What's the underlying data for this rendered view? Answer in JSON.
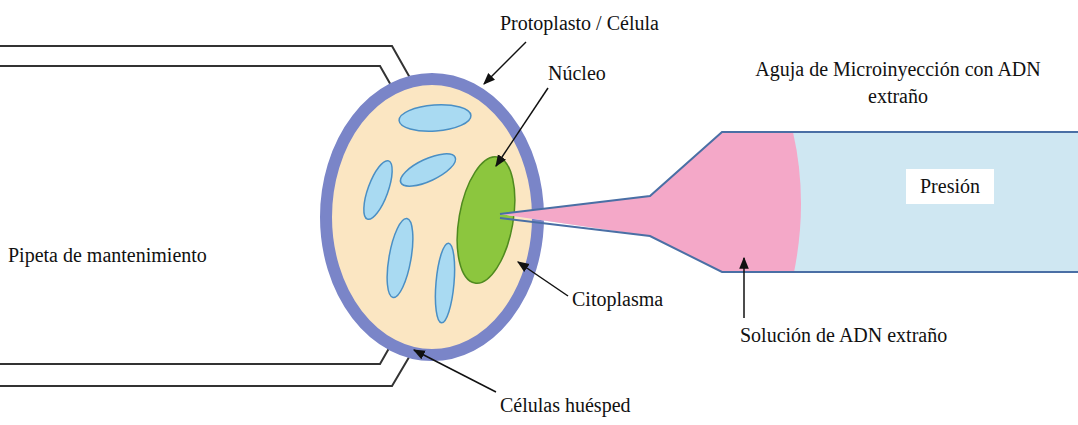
{
  "diagram": {
    "nodes": [
      {
        "text": [
          "Presión"
        ]
      }
    ],
    "labels": [
      "Protoplasto / Célula",
      "Núcleo",
      "Aguja de Microinyección con ADN extraño",
      "Pipeta de mantenimiento",
      "Citoplasma",
      "Solución de ADN extraño",
      "Células huésped"
    ]
  }
}
